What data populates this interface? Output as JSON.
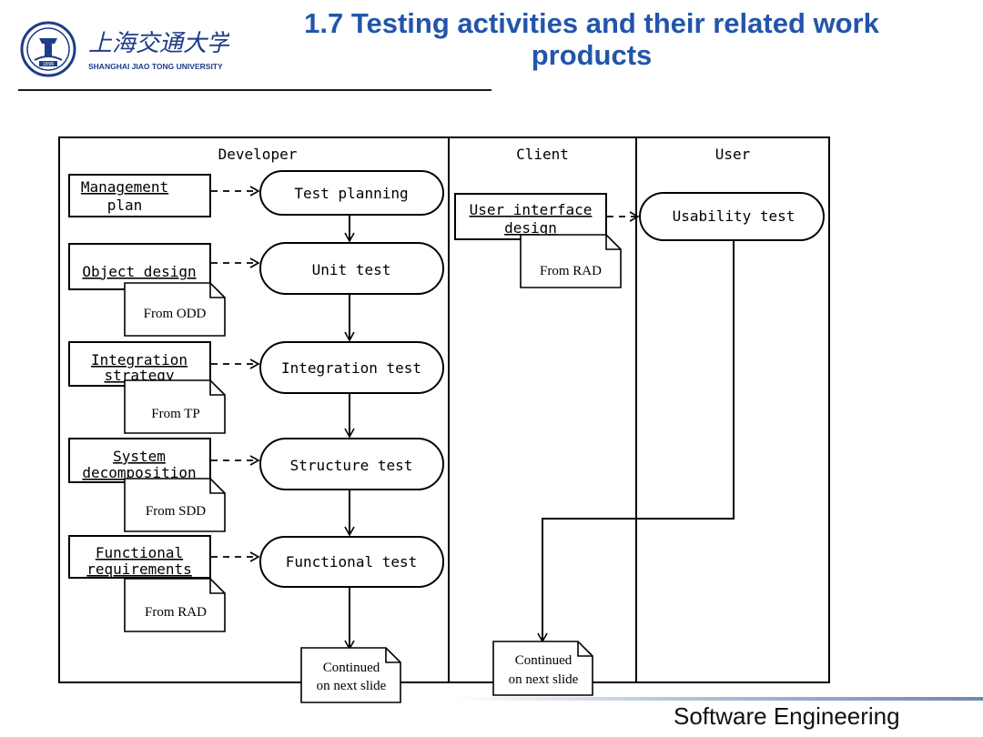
{
  "slide": {
    "title_line1": "1.7 Testing activities and their related work",
    "title_line2": "products",
    "footer": "Software Engineering",
    "title_color": "#2255aa"
  },
  "logo": {
    "chinese_name": "上海交通大学",
    "english_name": "SHANGHAI JIAO TONG UNIVERSITY",
    "seal_year": "1896"
  },
  "diagram": {
    "lanes": [
      "Developer",
      "Client",
      "User"
    ],
    "activities": [
      "Test planning",
      "Unit test",
      "Integration test",
      "Structure test",
      "Functional test",
      "Usability test"
    ],
    "work_products": [
      {
        "lines": [
          "Management",
          "plan"
        ],
        "source": ""
      },
      {
        "lines": [
          "Object design"
        ],
        "source": "From ODD"
      },
      {
        "lines": [
          "Integration",
          "strategy"
        ],
        "source": "From TP"
      },
      {
        "lines": [
          "System",
          "decomposition"
        ],
        "source": "From SDD"
      },
      {
        "lines": [
          "Functional",
          "requirements"
        ],
        "source": "From RAD"
      },
      {
        "lines": [
          "User interface",
          "design"
        ],
        "source": "From RAD"
      }
    ],
    "continuation": [
      "Continued",
      "on next slide"
    ]
  }
}
